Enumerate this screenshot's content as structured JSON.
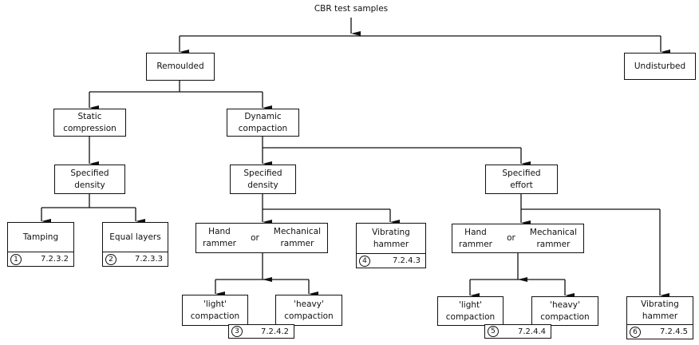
{
  "title": "CBR test samples",
  "nodes": {
    "remoulded": "Remoulded",
    "undisturbed": "Undisturbed",
    "static_compression": [
      "Static",
      "compression"
    ],
    "dynamic_compaction": [
      "Dynamic",
      "compaction"
    ],
    "specified_density_static": [
      "Specified",
      "density"
    ],
    "specified_density_dynamic": [
      "Specified",
      "density"
    ],
    "specified_effort": [
      "Specified",
      "effort"
    ],
    "tamping": {
      "label": "Tamping",
      "num": "1",
      "ref": "7.2.3.2"
    },
    "equal_layers": {
      "label": "Equal layers",
      "num": "2",
      "ref": "7.2.3.3"
    },
    "rammer_density": {
      "left": [
        "Hand",
        "rammer"
      ],
      "or": "or",
      "right": [
        "Mechanical",
        "rammer"
      ]
    },
    "vibrating_density": {
      "label": [
        "Vibrating",
        "hammer"
      ],
      "num": "4",
      "ref": "7.2.4.3"
    },
    "light_density": [
      "'light'",
      "compaction"
    ],
    "heavy_density": [
      "'heavy'",
      "compaction"
    ],
    "ref_density": {
      "num": "3",
      "ref": "7.2.4.2"
    },
    "rammer_effort": {
      "left": [
        "Hand",
        "rammer"
      ],
      "or": "or",
      "right": [
        "Mechanical",
        "rammer"
      ]
    },
    "light_effort": [
      "'light'",
      "compaction"
    ],
    "heavy_effort": [
      "'heavy'",
      "compaction"
    ],
    "ref_effort": {
      "num": "5",
      "ref": "7.2.4.4"
    },
    "vibrating_effort": {
      "label": [
        "Vibrating",
        "hammer"
      ],
      "num": "6",
      "ref": "7.2.4.5"
    }
  }
}
